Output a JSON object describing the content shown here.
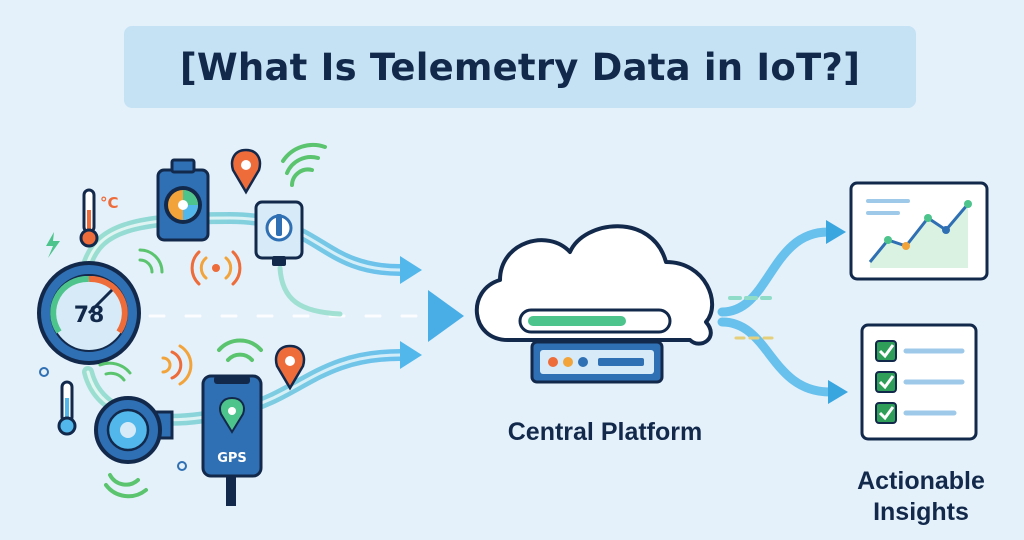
{
  "title": "[What Is Telemetry Data in IoT?]",
  "devices": {
    "gauge_value": "78",
    "temperature_unit": "°C",
    "phone_label": "GPS"
  },
  "central_platform": {
    "label": "Central Platform"
  },
  "insights": {
    "label_line1": "Actionable",
    "label_line2": "Insights"
  },
  "colors": {
    "navy": "#13294b",
    "flow_teal": "#7fd4c8",
    "flow_blue": "#52b7ea",
    "device_blue": "#2f6fb3",
    "chart_green": "#4cc48c",
    "pin_orange": "#ee6b3a",
    "wave_green": "#5bc46e",
    "check_green": "#2e9e58"
  }
}
